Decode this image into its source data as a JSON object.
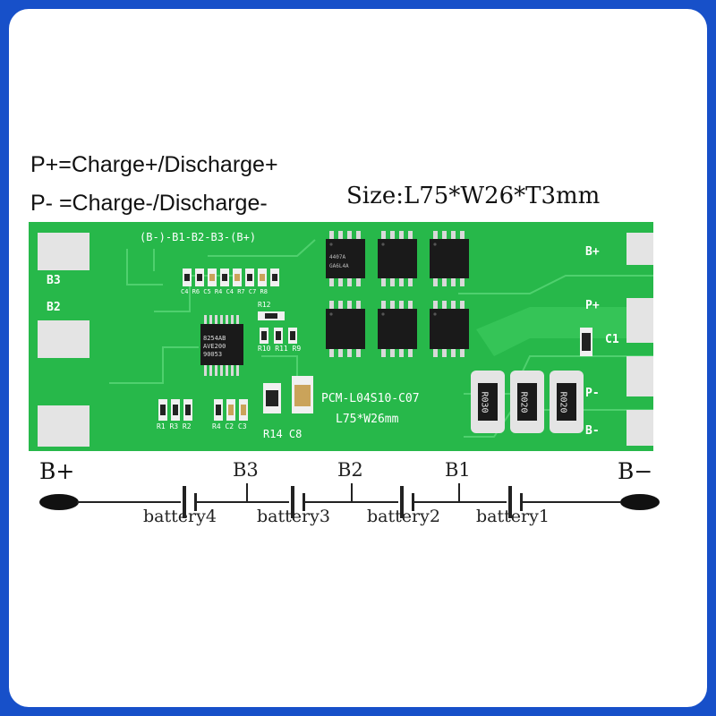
{
  "legend": {
    "p_plus": "P+=Charge+/Discharge+",
    "p_minus": "P- =Charge-/Discharge-"
  },
  "size_label": "Size:L75*W26*T3mm",
  "board": {
    "header_silkscreen": "(B-)-B1-B2-B3-(B+)",
    "model": "PCM-L04S10-C07",
    "dimensions": "L75*W26mm",
    "pads_left": [
      "B3",
      "B2"
    ],
    "pads_right": [
      "B+",
      "P+",
      "P-",
      "B-"
    ],
    "c1_label": "C1",
    "ic_marking": [
      "8254AB",
      "AVE200",
      "90053"
    ],
    "mosfet_marking": [
      "4407A",
      "GA6L4A"
    ],
    "shunt_marking": [
      "R030",
      "R020",
      "R020"
    ],
    "component_labels": {
      "row_top": "C4 R6 C5 R4 C4 R7 C7 R8",
      "r12": "R12",
      "r10_r11_r9": "R10 R11 R9",
      "bottom_left": "R1 R3 R2",
      "bottom_mid": "R4 C2 C3",
      "r14_c8": "R14 C8"
    }
  },
  "schematic": {
    "b_plus": "B+",
    "b_minus": "B−",
    "nodes": [
      "B3",
      "B2",
      "B1"
    ],
    "batteries": [
      "battery4",
      "battery3",
      "battery2",
      "battery1"
    ]
  },
  "colors": {
    "background_blue": "#1750c9",
    "board_green": "#27b84a",
    "pad_gray": "#e4e4e4",
    "chip_black": "#1a1a1a"
  }
}
